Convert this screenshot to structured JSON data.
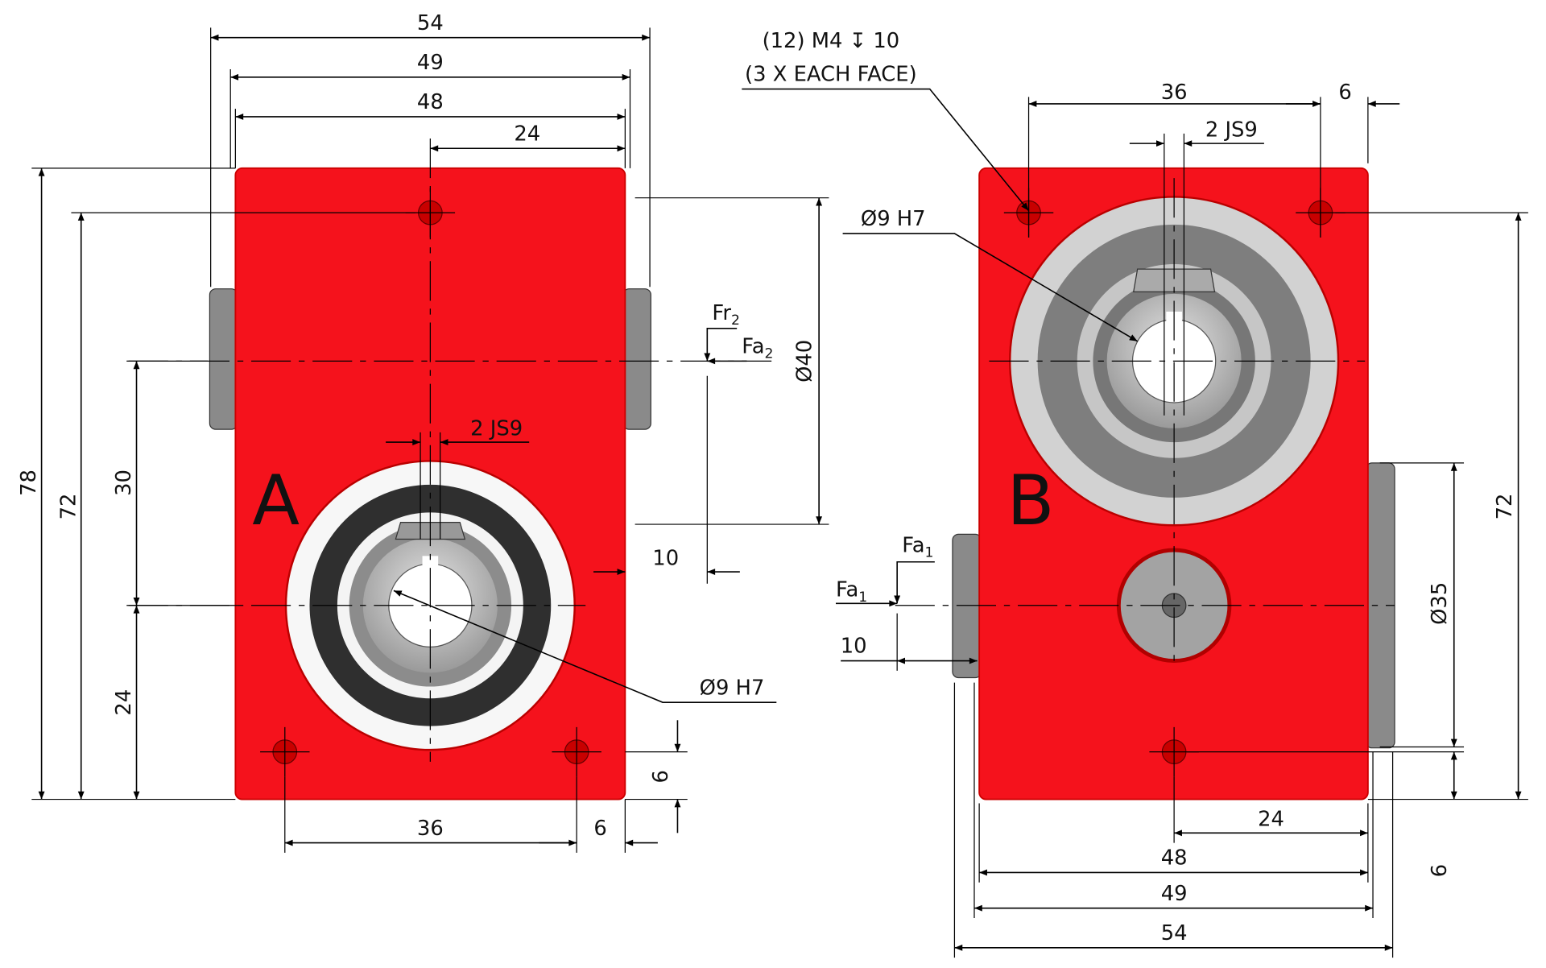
{
  "view_a": {
    "label": "A",
    "dims": {
      "overall_width": "54",
      "flange_width": "49",
      "body_width": "48",
      "half_width": "24",
      "height": "78",
      "hole_height": "72",
      "shaft_offset": "30",
      "shaft_height": "24",
      "hole_spacing": "36",
      "hole_edge": "6",
      "hole_edge_vertical": "6",
      "pilot_diameter": "Ø40",
      "load_offset": "10",
      "keyway": "2 JS9",
      "bore": "Ø9 H7"
    },
    "forces": {
      "radial": "Fr",
      "radial_sub": "2",
      "axial": "Fa",
      "axial_sub": "2"
    }
  },
  "view_b": {
    "label": "B",
    "note_line1": "(12) M4 ↧ 10",
    "note_line2": "(3 X EACH FACE)",
    "dims": {
      "hole_spacing": "36",
      "hole_edge": "6",
      "keyway": "2 JS9",
      "bore": "Ø9 H7",
      "hole_height": "72",
      "pilot_diameter": "Ø35",
      "hole_edge_vertical": "6",
      "half_width": "24",
      "body_width": "48",
      "flange_width": "49",
      "overall_width": "54",
      "load_offset": "10"
    },
    "forces": {
      "axial_top": "Fa",
      "axial_top_sub": "1",
      "axial_left": "Fa",
      "axial_left_sub": "1"
    }
  },
  "colors": {
    "housing": "#f5121c",
    "steel": "#c8c8c8",
    "dark": "#333333"
  }
}
